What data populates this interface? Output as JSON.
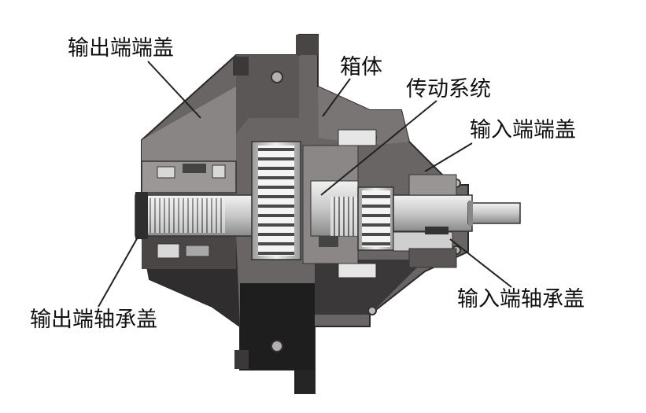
{
  "labels": {
    "output_end_cover": "输出端端盖",
    "housing": "箱体",
    "drive_system": "传动系统",
    "input_end_cover": "输入端端盖",
    "input_bearing_cover": "输入端轴承盖",
    "output_bearing_cover": "输出端轴承盖"
  },
  "colors": {
    "background": "#ffffff",
    "dark_metal": "#2b2b2b",
    "mid_metal": "#6e6a6a",
    "light_metal": "#b9b9b9",
    "shaft": "#d6d6d6",
    "leader_line": "#222222"
  }
}
